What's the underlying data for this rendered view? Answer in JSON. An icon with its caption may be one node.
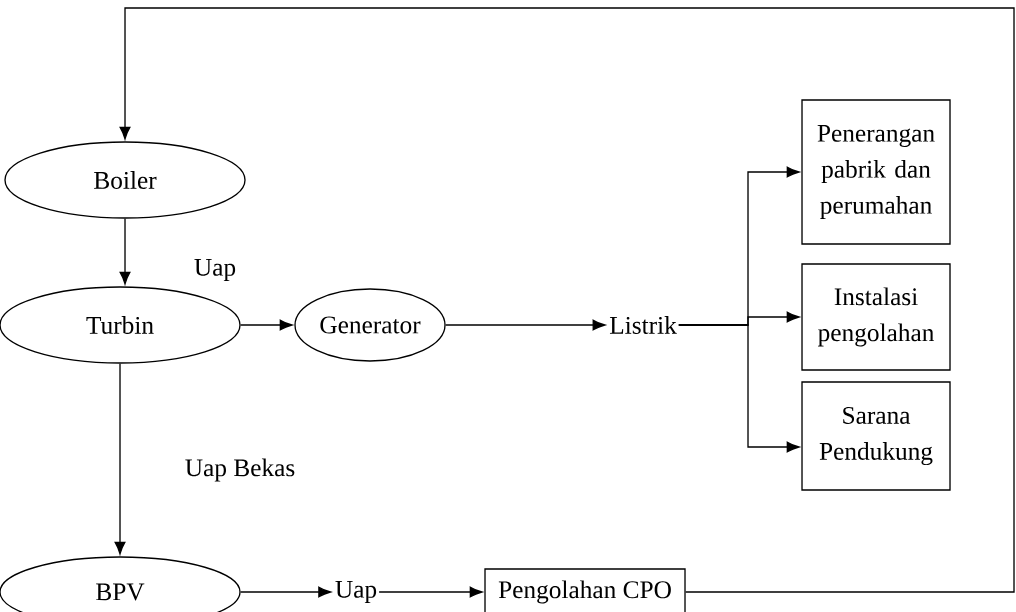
{
  "diagram": {
    "nodes": [
      {
        "text": [
          "Boiler"
        ]
      },
      {
        "text": [
          "Turbin"
        ]
      },
      {
        "text": [
          "Generator"
        ]
      },
      {
        "text": [
          "Listrik"
        ]
      },
      {
        "text": [
          "Penerangan pabrik dan perumahan"
        ]
      },
      {
        "text": [
          "Instalasi pengolahan"
        ]
      },
      {
        "text": [
          "Sarana Pendukung"
        ]
      },
      {
        "text": [
          "BPV"
        ]
      },
      {
        "text": [
          "Uap"
        ]
      },
      {
        "text": [
          "Pengolahan CPO"
        ]
      }
    ],
    "edges": [
      {
        "from": 0,
        "to": 1,
        "arrow": "to",
        "label": "Uap"
      },
      {
        "from": 1,
        "to": 2,
        "arrow": "to"
      },
      {
        "from": 2,
        "to": 3,
        "arrow": "to"
      },
      {
        "from": 3,
        "to": 4,
        "arrow": "to"
      },
      {
        "from": 3,
        "to": 5,
        "arrow": "to"
      },
      {
        "from": 3,
        "to": 6,
        "arrow": "to"
      },
      {
        "from": 1,
        "to": 7,
        "arrow": "to",
        "label": "Uap Bekas"
      },
      {
        "from": 7,
        "to": 8,
        "arrow": "to"
      },
      {
        "from": 8,
        "to": 9,
        "arrow": "to"
      },
      {
        "from": 9,
        "to": 0,
        "arrow": "to"
      }
    ]
  }
}
